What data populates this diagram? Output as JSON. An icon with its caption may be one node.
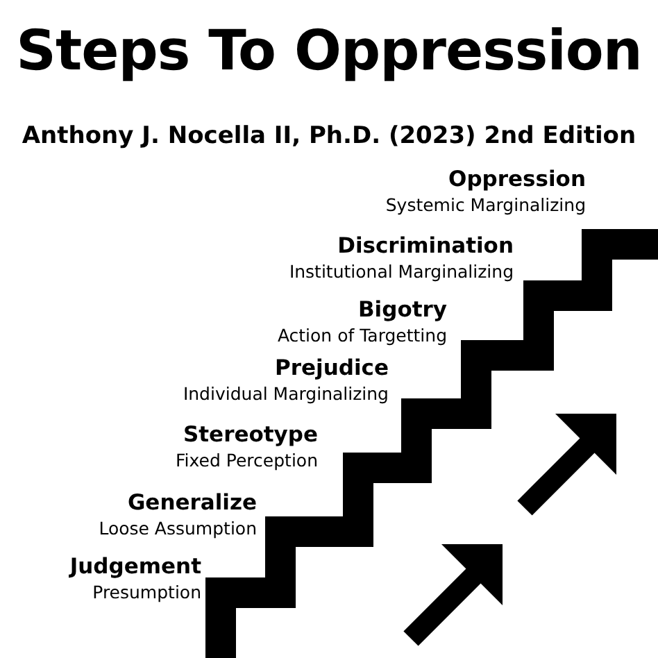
{
  "diagram": {
    "title": "Steps To Oppression",
    "labels": [
      "Anthony J. Nocella II, Ph.D. (2023) 2nd Edition",
      "Oppression",
      "Systemic Marginalizing",
      "Discrimination",
      "Institutional Marginalizing",
      "Bigotry",
      "Action of Targetting",
      "Prejudice",
      "Individual Marginalizing",
      "Stereotype",
      "Fixed Perception",
      "Generalize",
      "Loose Assumption",
      "Judgement",
      "Presumption"
    ]
  }
}
